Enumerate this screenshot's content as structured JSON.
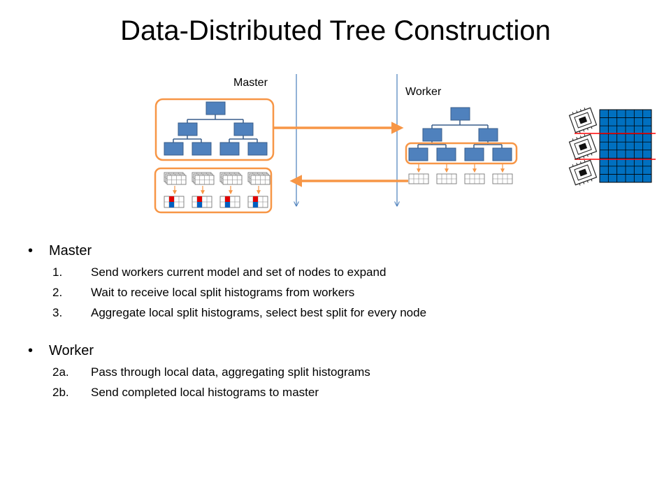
{
  "title": "Data-Distributed Tree Construction",
  "diagram": {
    "master_label": "Master",
    "worker_label": "Worker",
    "colors": {
      "node_fill": "#4f81bd",
      "node_stroke": "#385d8a",
      "highlight": "#f79646",
      "timeline": "#4a7ebb",
      "grid_fill": "#0070c0",
      "cut_line": "#ff0000",
      "hist_red": "#e00000",
      "hist_blue": "#0060c0"
    },
    "icons": [
      "tree-icon",
      "histogram-grid-icon",
      "processor-chip-icon",
      "data-grid-icon"
    ]
  },
  "master": {
    "heading": "Master",
    "items": [
      {
        "num": "1.",
        "text": "Send workers current model and set of nodes to expand"
      },
      {
        "num": "2.",
        "text": "Wait to receive local split histograms from workers"
      },
      {
        "num": "3.",
        "text": "Aggregate local split histograms, select best split for every node"
      }
    ]
  },
  "worker": {
    "heading": "Worker",
    "items": [
      {
        "num": "2a.",
        "text": "Pass through local data, aggregating split histograms"
      },
      {
        "num": "2b.",
        "text": "Send completed local histograms to master"
      }
    ]
  }
}
